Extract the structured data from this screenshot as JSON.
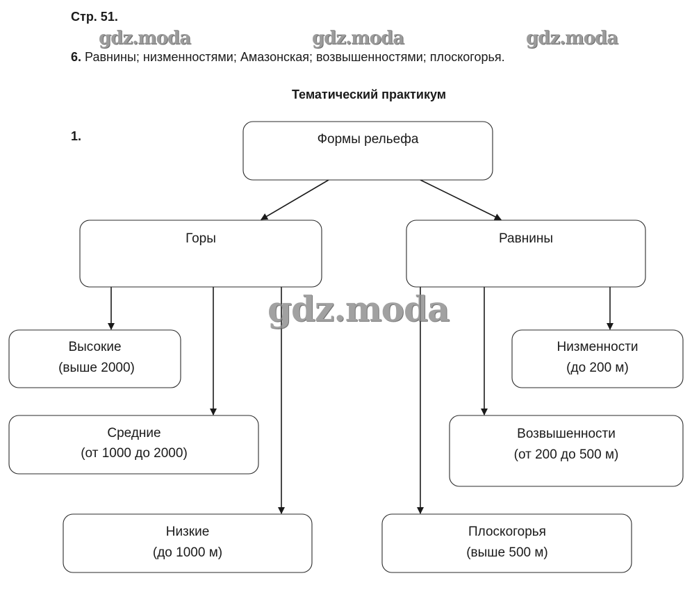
{
  "header": {
    "page_ref": "Стр. 51.",
    "answer": {
      "number": "6.",
      "text": "Равнины; низменностями; Амазонская; возвышенностями; плоскогорья."
    }
  },
  "section": {
    "title": "Тематический практикум",
    "task_number": "1."
  },
  "watermarks": [
    "gdz.moda",
    "gdz.moda",
    "gdz.moda",
    "gdz.moda"
  ],
  "diagram": {
    "root": {
      "label": "Формы рельефа"
    },
    "branches": [
      {
        "label": "Горы",
        "children": [
          {
            "title": "Высокие",
            "detail": "(выше 2000)"
          },
          {
            "title": "Средние",
            "detail": "(от 1000 до 2000)"
          },
          {
            "title": "Низкие",
            "detail": "(до 1000 м)"
          }
        ]
      },
      {
        "label": "Равнины",
        "children": [
          {
            "title": "Низменности",
            "detail": "(до 200 м)"
          },
          {
            "title": "Возвышенности",
            "detail": "(от 200 до 500 м)"
          },
          {
            "title": "Плоскогорья",
            "detail": "(выше 500 м)"
          }
        ]
      }
    ]
  }
}
